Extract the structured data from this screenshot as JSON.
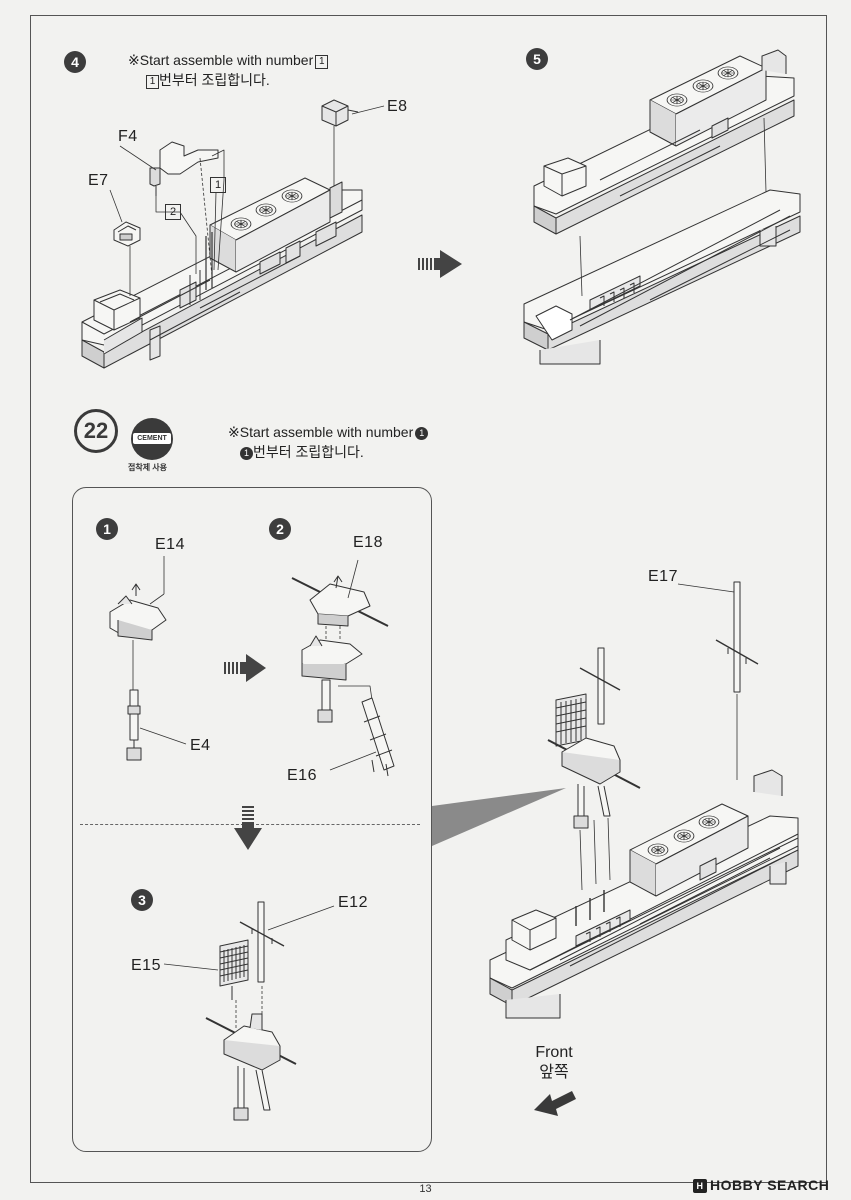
{
  "step4": {
    "badge": "4",
    "note_en": "※Start assemble with number",
    "note_en_num": "1",
    "note_ko_num": "1",
    "note_ko": "번부터 조립합니다.",
    "labels": {
      "f4": "F4",
      "e7": "E7",
      "e8": "E8",
      "box1": "1",
      "box2": "2"
    }
  },
  "step5": {
    "badge": "5"
  },
  "step22": {
    "number": "22",
    "cement_label": "CEMENT",
    "cement_sub": "접착제 사용",
    "note_en": "※Start assemble with number",
    "note_en_num": "1",
    "note_ko_num": "1",
    "note_ko": "번부터 조립합니다.",
    "sub1": {
      "badge": "1",
      "e14": "E14",
      "e4": "E4"
    },
    "sub2": {
      "badge": "2",
      "e18": "E18",
      "e16": "E16"
    },
    "sub3": {
      "badge": "3",
      "e12": "E12",
      "e15": "E15"
    },
    "e17": "E17",
    "front_en": "Front",
    "front_ko": "앞쪽"
  },
  "page_number": "13",
  "watermark": "HOBBY SEARCH",
  "colors": {
    "line": "#333333",
    "part_fill": "#f6f6f4",
    "shade": "#cfcfcf",
    "badge": "#3d3d3d"
  }
}
